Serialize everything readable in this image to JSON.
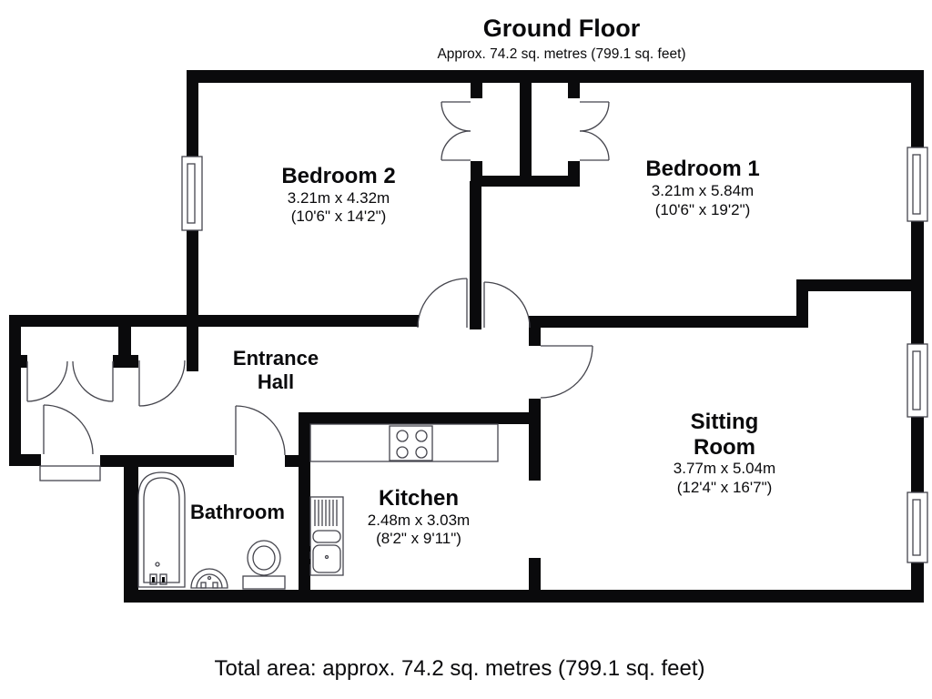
{
  "header": {
    "title": "Ground Floor",
    "subtitle": "Approx. 74.2 sq. metres (799.1 sq. feet)"
  },
  "rooms": {
    "bedroom2": {
      "name": "Bedroom 2",
      "metric": "3.21m x 4.32m",
      "imperial": "(10'6\" x 14'2\")"
    },
    "bedroom1": {
      "name": "Bedroom 1",
      "metric": "3.21m x 5.84m",
      "imperial": "(10'6\" x 19'2\")"
    },
    "entrance_hall": {
      "name_line1": "Entrance",
      "name_line2": "Hall"
    },
    "sitting_room": {
      "name_line1": "Sitting",
      "name_line2": "Room",
      "metric": "3.77m x 5.04m",
      "imperial": "(12'4\" x 16'7\")"
    },
    "kitchen": {
      "name": "Kitchen",
      "metric": "2.48m x 3.03m",
      "imperial": "(8'2\" x 9'11\")"
    },
    "bathroom": {
      "name": "Bathroom"
    }
  },
  "footer": {
    "total_area": "Total area: approx. 74.2 sq. metres (799.1 sq. feet)"
  },
  "colors": {
    "wall": "#0a0a0c",
    "line": "#45454d",
    "background": "#ffffff"
  }
}
